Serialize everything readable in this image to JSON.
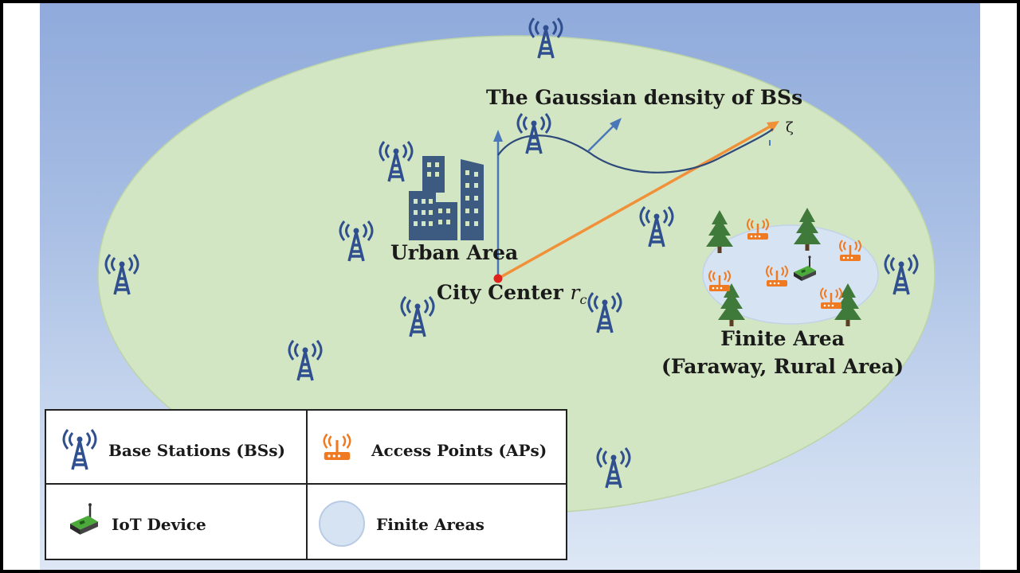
{
  "diagram": {
    "title": "The Gaussian density of BSs",
    "urban_label": "Urban Area",
    "city_center_label": "City Center",
    "city_center_symbol": "r",
    "city_center_subscript": "c",
    "finite_area_line1": "Finite Area",
    "finite_area_line2": "(Faraway, Rural Area)",
    "axis_symbol": "ζ"
  },
  "legend": {
    "base_stations": "Base Stations (BSs)",
    "access_points": "Access Points (APs)",
    "iot_device": "IoT Device",
    "finite_areas": "Finite  Areas"
  },
  "colors": {
    "ellipse_fill": "#d3e6c3",
    "tower": "#2f4f8f",
    "building": "#3d5a80",
    "ap": "#f07a22",
    "axis_blue": "#4a77b8",
    "orange_line": "#f0913a",
    "tree": "#3f7a3b",
    "finite_area_fill": "#d6e3f2"
  },
  "icons": {
    "tower": "radio-tower-icon",
    "access_point": "wifi-router-icon",
    "iot": "iot-device-icon",
    "tree": "pine-tree-icon",
    "building": "building-icon"
  }
}
